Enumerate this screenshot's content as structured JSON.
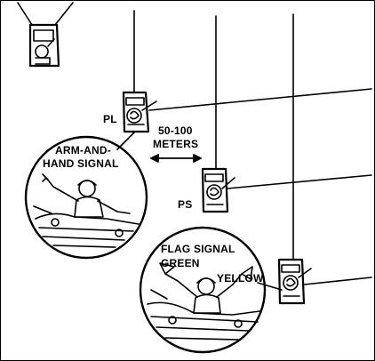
{
  "labels": {
    "pl": "PL",
    "ps": "PS",
    "distance_line1": "50-100",
    "distance_line2": "METERS",
    "arm_signal_line1": "ARM-AND-",
    "arm_signal_line2": "HAND SIGNAL",
    "flag_signal_line1": "FLAG SIGNAL",
    "flag_signal_line2": "GREEN",
    "yellow": "YELLOW"
  },
  "colors": {
    "ink": "#000000",
    "paper": "#ffffff"
  }
}
